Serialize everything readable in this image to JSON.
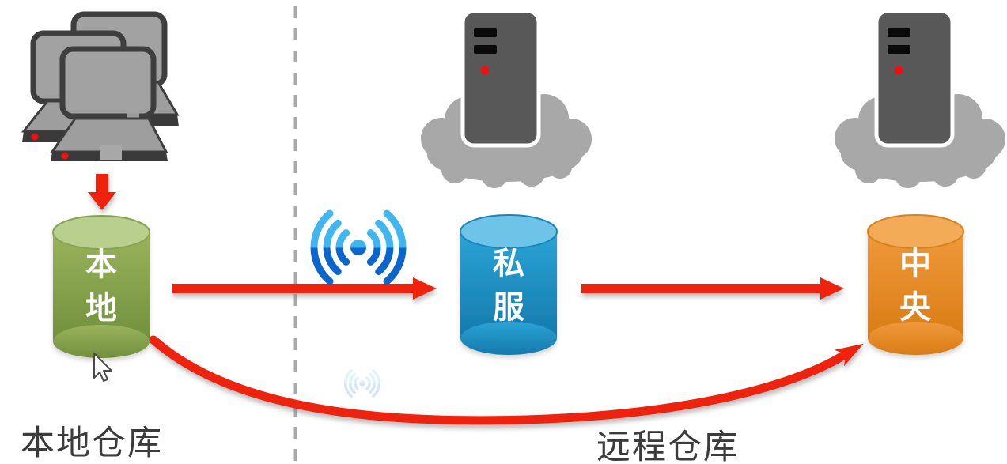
{
  "labels": {
    "local_repo": "本地",
    "private_repo": "私服",
    "central_repo": "中央",
    "local_section": "本地仓库",
    "remote_section": "远程仓库"
  },
  "colors": {
    "arrow_red": "#ee2211",
    "local_cylinder_green": "#84a24b",
    "private_cylinder_blue": "#1e93c8",
    "central_cylinder_orange": "#e8861f",
    "server_body_gray": "#585858",
    "cloud_gray": "#a8a8a8",
    "laptop_gray": "#a2a2a2",
    "divider_gray": "#a9a9a9",
    "wifi_blue_light": "#3fb6f0",
    "wifi_blue_dark": "#0a66cc",
    "section_label_text": "#3b3b3b",
    "cylinder_label_text": "#ffffff",
    "status_dot_red": "#ee1111"
  },
  "icons": {
    "clients": "laptop-cluster-icon",
    "private_server": "server-tower-icon",
    "private_cloud": "cloud-icon",
    "central_server": "server-tower-icon",
    "central_cloud": "cloud-icon",
    "wireless": "wifi-signal-icon",
    "wireless_ghost": "wifi-signal-ghost-icon",
    "pointer": "mouse-pointer-icon"
  }
}
